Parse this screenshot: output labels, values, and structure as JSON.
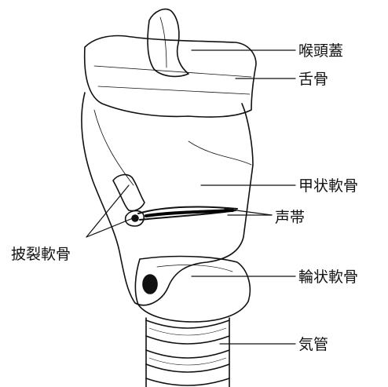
{
  "labels": {
    "epiglottis": "喉頭蓋",
    "hyoid": "舌骨",
    "thyroid": "甲状軟骨",
    "vocal_cords": "声帯",
    "arytenoid": "披裂軟骨",
    "cricoid": "輪状軟骨",
    "trachea": "気管"
  }
}
